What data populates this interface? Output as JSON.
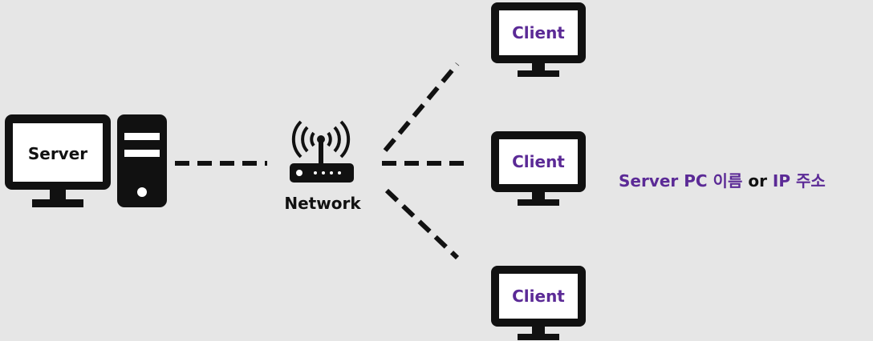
{
  "server": {
    "label": "Server"
  },
  "network": {
    "label": "Network"
  },
  "clients": [
    {
      "label": "Client"
    },
    {
      "label": "Client"
    },
    {
      "label": "Client"
    }
  ],
  "note": {
    "part1": "Server PC 이름",
    "part2": " or ",
    "part3": "IP 주소"
  },
  "colors": {
    "background": "#e6e6e6",
    "ink": "#111111",
    "accent": "#5b2a96",
    "screen": "#ffffff"
  }
}
